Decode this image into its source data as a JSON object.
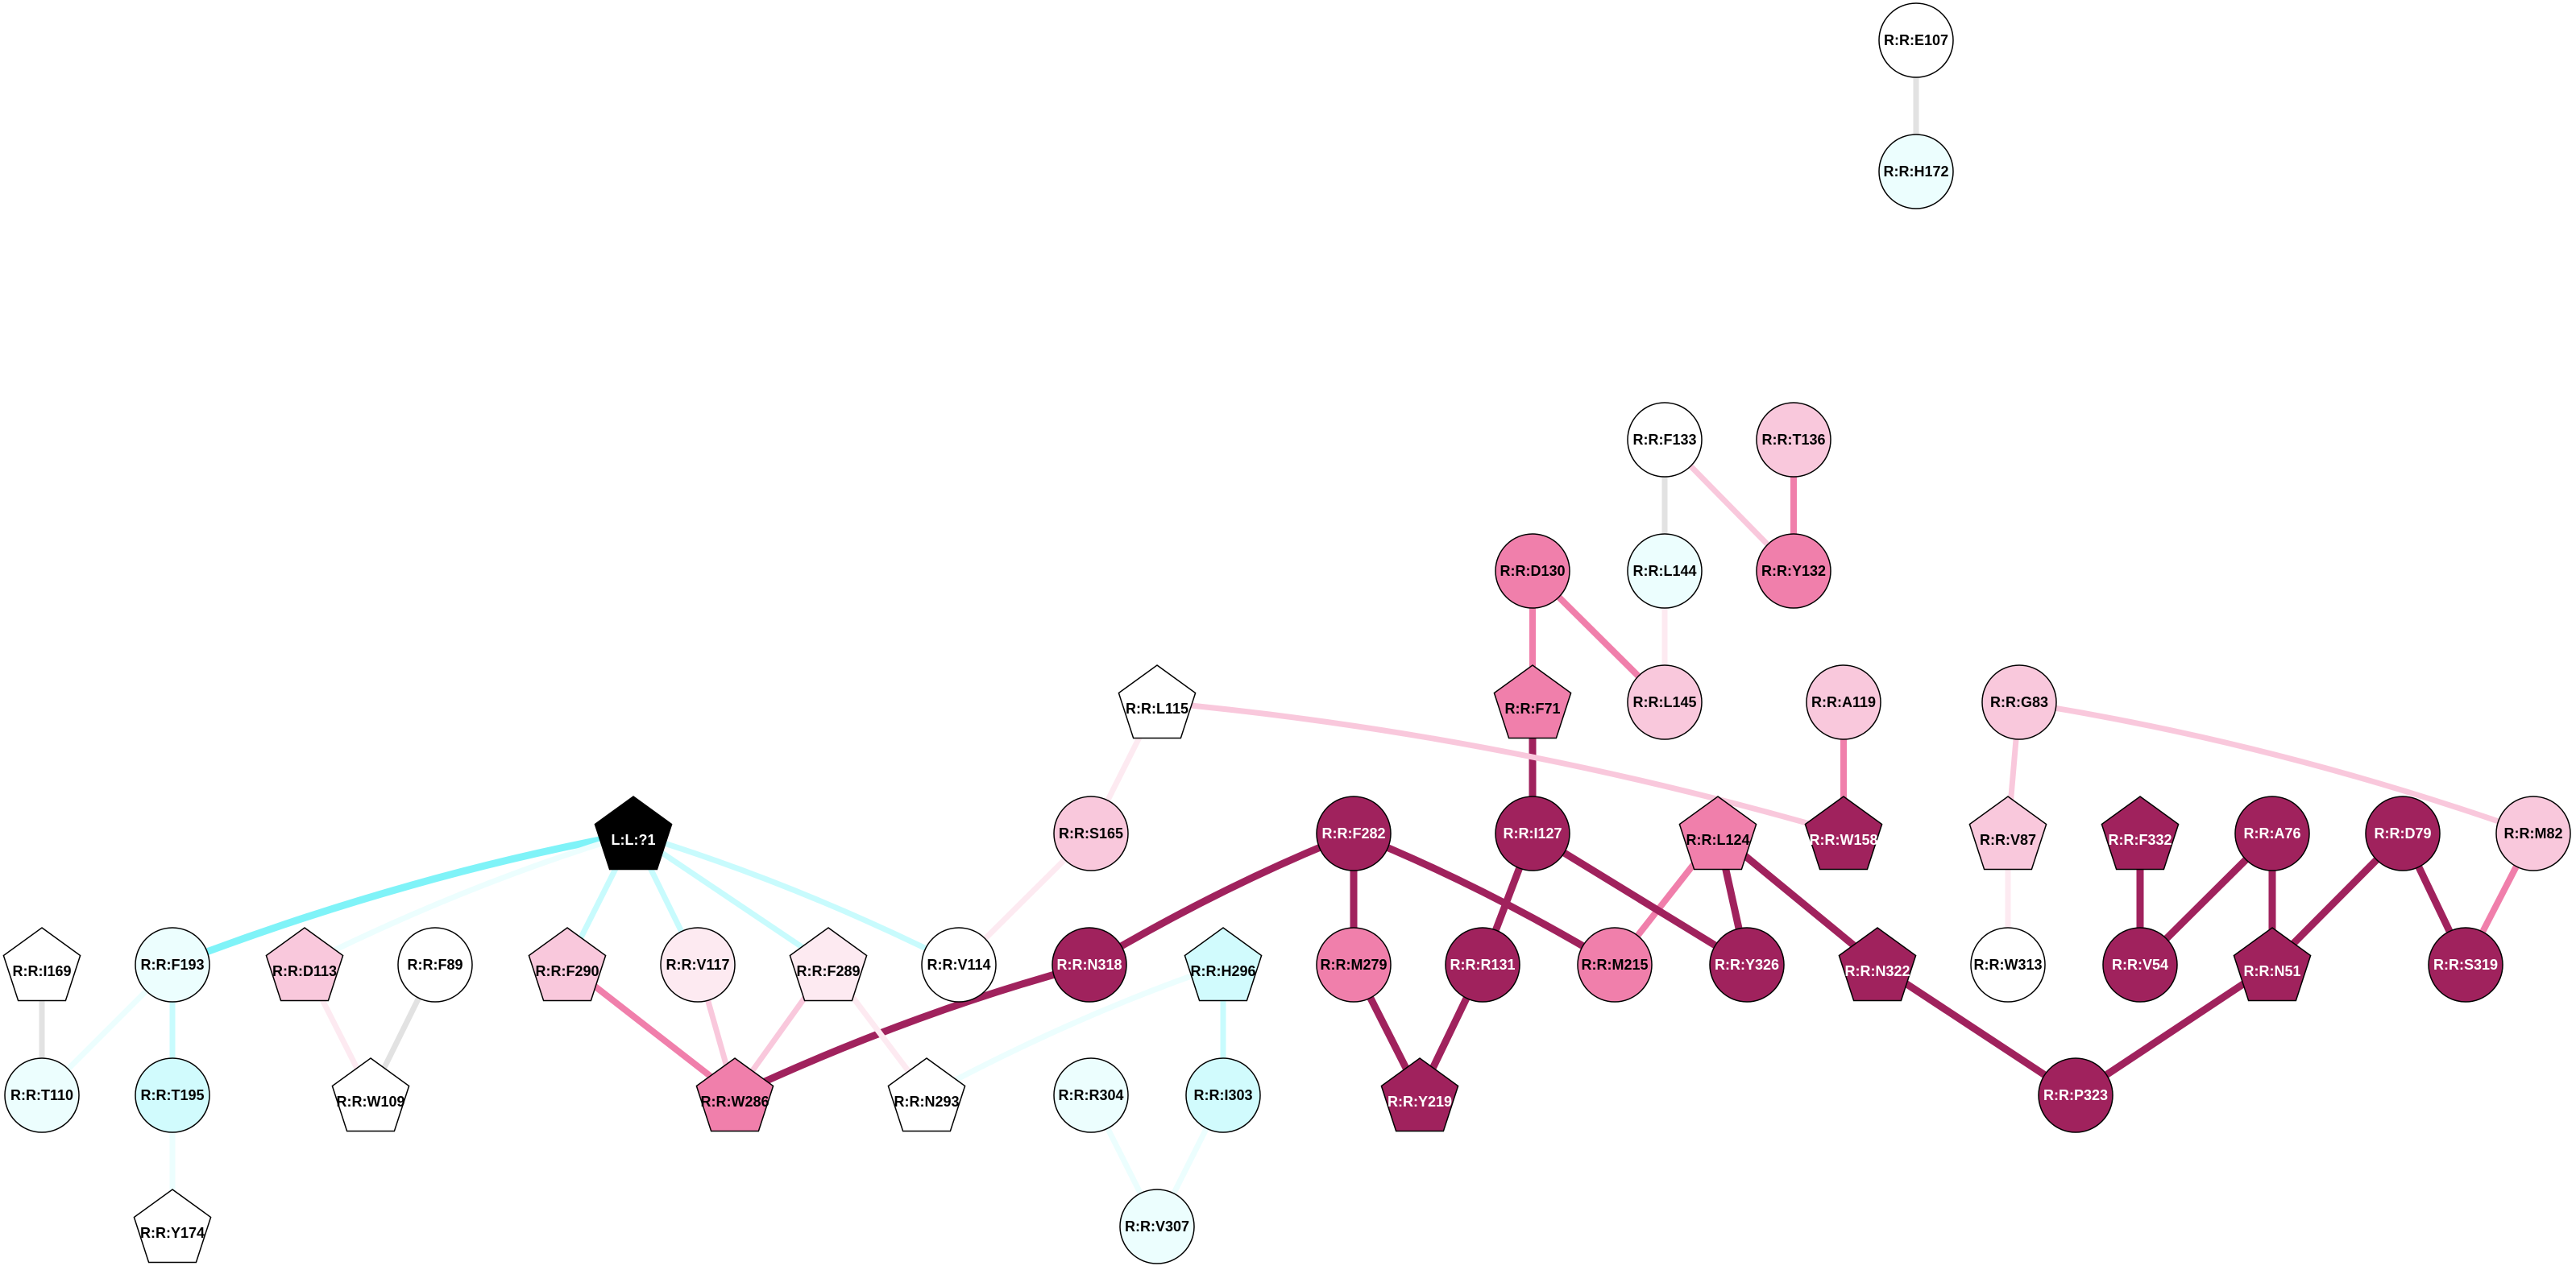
{
  "colors": {
    "deep": "#a0225d",
    "mid": "#f07fab",
    "light": "#f9c8dc",
    "pale": "#fdeaf1",
    "aqua": "#d1fbfd",
    "pale_aqua": "#ecfefe",
    "white": "#ffffff",
    "black": "#000000",
    "edge_grey": "#e2e2e2",
    "edge_cyan": "#7ff3f8",
    "edge_cyan_light": "#c8fbfd"
  },
  "nodes": [
    {
      "id": "E107",
      "label": "R:R:E107",
      "shape": "circle",
      "fill": "white"
    },
    {
      "id": "H172",
      "label": "R:R:H172",
      "shape": "circle",
      "fill": "pale_aqua"
    },
    {
      "id": "F133",
      "label": "R:R:F133",
      "shape": "circle",
      "fill": "white"
    },
    {
      "id": "T136",
      "label": "R:R:T136",
      "shape": "circle",
      "fill": "light"
    },
    {
      "id": "D130",
      "label": "R:R:D130",
      "shape": "circle",
      "fill": "mid"
    },
    {
      "id": "L144",
      "label": "R:R:L144",
      "shape": "circle",
      "fill": "pale_aqua"
    },
    {
      "id": "Y132",
      "label": "R:R:Y132",
      "shape": "circle",
      "fill": "mid"
    },
    {
      "id": "L115",
      "label": "R:R:L115",
      "shape": "pentagon",
      "fill": "white"
    },
    {
      "id": "F71",
      "label": "R:R:F71",
      "shape": "pentagon",
      "fill": "mid"
    },
    {
      "id": "L145",
      "label": "R:R:L145",
      "shape": "circle",
      "fill": "light"
    },
    {
      "id": "A119",
      "label": "R:R:A119",
      "shape": "circle",
      "fill": "light"
    },
    {
      "id": "G83",
      "label": "R:R:G83",
      "shape": "circle",
      "fill": "light"
    },
    {
      "id": "L1",
      "label": "L:L:?1",
      "shape": "pentagon",
      "fill": "black",
      "text": "white"
    },
    {
      "id": "S165",
      "label": "R:R:S165",
      "shape": "circle",
      "fill": "light"
    },
    {
      "id": "F282",
      "label": "R:R:F282",
      "shape": "circle",
      "fill": "deep",
      "text": "white"
    },
    {
      "id": "I127",
      "label": "R:R:I127",
      "shape": "circle",
      "fill": "deep",
      "text": "white"
    },
    {
      "id": "L124",
      "label": "R:R:L124",
      "shape": "pentagon",
      "fill": "mid"
    },
    {
      "id": "W158",
      "label": "R:R:W158",
      "shape": "pentagon",
      "fill": "deep",
      "text": "white"
    },
    {
      "id": "V87",
      "label": "R:R:V87",
      "shape": "pentagon",
      "fill": "light"
    },
    {
      "id": "F332",
      "label": "R:R:F332",
      "shape": "pentagon",
      "fill": "deep",
      "text": "white"
    },
    {
      "id": "A76",
      "label": "R:R:A76",
      "shape": "circle",
      "fill": "deep",
      "text": "white"
    },
    {
      "id": "D79",
      "label": "R:R:D79",
      "shape": "circle",
      "fill": "deep",
      "text": "white"
    },
    {
      "id": "M82",
      "label": "R:R:M82",
      "shape": "circle",
      "fill": "light"
    },
    {
      "id": "I169",
      "label": "R:R:I169",
      "shape": "pentagon",
      "fill": "white"
    },
    {
      "id": "F193",
      "label": "R:R:F193",
      "shape": "circle",
      "fill": "pale_aqua"
    },
    {
      "id": "D113",
      "label": "R:R:D113",
      "shape": "pentagon",
      "fill": "light"
    },
    {
      "id": "F89",
      "label": "R:R:F89",
      "shape": "circle",
      "fill": "white"
    },
    {
      "id": "F290",
      "label": "R:R:F290",
      "shape": "pentagon",
      "fill": "light"
    },
    {
      "id": "V117",
      "label": "R:R:V117",
      "shape": "circle",
      "fill": "pale"
    },
    {
      "id": "F289",
      "label": "R:R:F289",
      "shape": "pentagon",
      "fill": "pale"
    },
    {
      "id": "V114",
      "label": "R:R:V114",
      "shape": "circle",
      "fill": "white"
    },
    {
      "id": "N318",
      "label": "R:R:N318",
      "shape": "circle",
      "fill": "deep",
      "text": "white"
    },
    {
      "id": "H296",
      "label": "R:R:H296",
      "shape": "pentagon",
      "fill": "aqua"
    },
    {
      "id": "M279",
      "label": "R:R:M279",
      "shape": "circle",
      "fill": "mid"
    },
    {
      "id": "R131",
      "label": "R:R:R131",
      "shape": "circle",
      "fill": "deep",
      "text": "white"
    },
    {
      "id": "M215",
      "label": "R:R:M215",
      "shape": "circle",
      "fill": "mid"
    },
    {
      "id": "Y326",
      "label": "R:R:Y326",
      "shape": "circle",
      "fill": "deep",
      "text": "white"
    },
    {
      "id": "N322",
      "label": "R:R:N322",
      "shape": "pentagon",
      "fill": "deep",
      "text": "white"
    },
    {
      "id": "W313",
      "label": "R:R:W313",
      "shape": "circle",
      "fill": "white"
    },
    {
      "id": "V54",
      "label": "R:R:V54",
      "shape": "circle",
      "fill": "deep",
      "text": "white"
    },
    {
      "id": "N51",
      "label": "R:R:N51",
      "shape": "pentagon",
      "fill": "deep",
      "text": "white"
    },
    {
      "id": "S319",
      "label": "R:R:S319",
      "shape": "circle",
      "fill": "deep",
      "text": "white"
    },
    {
      "id": "T110",
      "label": "R:R:T110",
      "shape": "circle",
      "fill": "pale_aqua"
    },
    {
      "id": "T195",
      "label": "R:R:T195",
      "shape": "circle",
      "fill": "aqua"
    },
    {
      "id": "W109",
      "label": "R:R:W109",
      "shape": "pentagon",
      "fill": "white"
    },
    {
      "id": "W286",
      "label": "R:R:W286",
      "shape": "pentagon",
      "fill": "mid"
    },
    {
      "id": "N293",
      "label": "R:R:N293",
      "shape": "pentagon",
      "fill": "white"
    },
    {
      "id": "R304",
      "label": "R:R:R304",
      "shape": "circle",
      "fill": "pale_aqua"
    },
    {
      "id": "I303",
      "label": "R:R:I303",
      "shape": "circle",
      "fill": "aqua"
    },
    {
      "id": "Y219",
      "label": "R:R:Y219",
      "shape": "pentagon",
      "fill": "deep",
      "text": "white"
    },
    {
      "id": "P323",
      "label": "R:R:P323",
      "shape": "circle",
      "fill": "deep",
      "text": "white"
    },
    {
      "id": "Y174",
      "label": "R:R:Y174",
      "shape": "pentagon",
      "fill": "white"
    },
    {
      "id": "V307",
      "label": "R:R:V307",
      "shape": "circle",
      "fill": "pale_aqua"
    }
  ],
  "edges": [
    {
      "from": "E107",
      "to": "H172",
      "color": "edge_grey"
    },
    {
      "from": "F133",
      "to": "L144",
      "color": "edge_grey"
    },
    {
      "from": "F133",
      "to": "Y132",
      "color": "light"
    },
    {
      "from": "T136",
      "to": "Y132",
      "color": "mid"
    },
    {
      "from": "L144",
      "to": "L145",
      "color": "pale"
    },
    {
      "from": "D130",
      "to": "F71",
      "color": "mid"
    },
    {
      "from": "D130",
      "to": "L145",
      "color": "mid"
    },
    {
      "from": "F71",
      "to": "I127",
      "color": "deep"
    },
    {
      "from": "A119",
      "to": "W158",
      "color": "mid"
    },
    {
      "from": "L115",
      "to": "W158",
      "color": "light"
    },
    {
      "from": "L115",
      "to": "S165",
      "color": "pale"
    },
    {
      "from": "S165",
      "to": "V114",
      "color": "pale"
    },
    {
      "from": "G83",
      "to": "V87",
      "color": "light"
    },
    {
      "from": "G83",
      "to": "M82",
      "color": "light"
    },
    {
      "from": "V87",
      "to": "W313",
      "color": "pale"
    },
    {
      "from": "F332",
      "to": "V54",
      "color": "deep"
    },
    {
      "from": "A76",
      "to": "V54",
      "color": "deep"
    },
    {
      "from": "A76",
      "to": "N51",
      "color": "deep"
    },
    {
      "from": "D79",
      "to": "N51",
      "color": "deep"
    },
    {
      "from": "D79",
      "to": "S319",
      "color": "deep"
    },
    {
      "from": "M82",
      "to": "S319",
      "color": "mid"
    },
    {
      "from": "N51",
      "to": "P323",
      "color": "deep"
    },
    {
      "from": "N322",
      "to": "P323",
      "color": "deep"
    },
    {
      "from": "L124",
      "to": "N322",
      "color": "deep"
    },
    {
      "from": "L124",
      "to": "Y326",
      "color": "deep"
    },
    {
      "from": "L124",
      "to": "M215",
      "color": "mid"
    },
    {
      "from": "I127",
      "to": "Y326",
      "color": "deep"
    },
    {
      "from": "I127",
      "to": "R131",
      "color": "deep"
    },
    {
      "from": "F282",
      "to": "M215",
      "color": "deep"
    },
    {
      "from": "F282",
      "to": "M279",
      "color": "deep"
    },
    {
      "from": "F282",
      "to": "N318",
      "color": "deep"
    },
    {
      "from": "M279",
      "to": "Y219",
      "color": "deep"
    },
    {
      "from": "R131",
      "to": "Y219",
      "color": "deep"
    },
    {
      "from": "N318",
      "to": "W286",
      "color": "deep"
    },
    {
      "from": "F290",
      "to": "W286",
      "color": "mid"
    },
    {
      "from": "V117",
      "to": "W286",
      "color": "light"
    },
    {
      "from": "F289",
      "to": "W286",
      "color": "light"
    },
    {
      "from": "F289",
      "to": "N293",
      "color": "pale"
    },
    {
      "from": "H296",
      "to": "N293",
      "color": "pale_aqua"
    },
    {
      "from": "H296",
      "to": "I303",
      "color": "edge_cyan_light"
    },
    {
      "from": "I303",
      "to": "V307",
      "color": "pale_aqua"
    },
    {
      "from": "R304",
      "to": "V307",
      "color": "pale_aqua"
    },
    {
      "from": "L1",
      "to": "F193",
      "color": "edge_cyan"
    },
    {
      "from": "L1",
      "to": "D113",
      "color": "pale_aqua"
    },
    {
      "from": "L1",
      "to": "F290",
      "color": "edge_cyan_light"
    },
    {
      "from": "L1",
      "to": "V117",
      "color": "edge_cyan_light"
    },
    {
      "from": "L1",
      "to": "F289",
      "color": "edge_cyan_light"
    },
    {
      "from": "L1",
      "to": "V114",
      "color": "edge_cyan_light"
    },
    {
      "from": "F193",
      "to": "T110",
      "color": "pale_aqua"
    },
    {
      "from": "F193",
      "to": "T195",
      "color": "edge_cyan_light"
    },
    {
      "from": "T195",
      "to": "Y174",
      "color": "pale_aqua"
    },
    {
      "from": "I169",
      "to": "T110",
      "color": "edge_grey"
    },
    {
      "from": "D113",
      "to": "W109",
      "color": "pale"
    },
    {
      "from": "F89",
      "to": "W109",
      "color": "edge_grey"
    }
  ]
}
